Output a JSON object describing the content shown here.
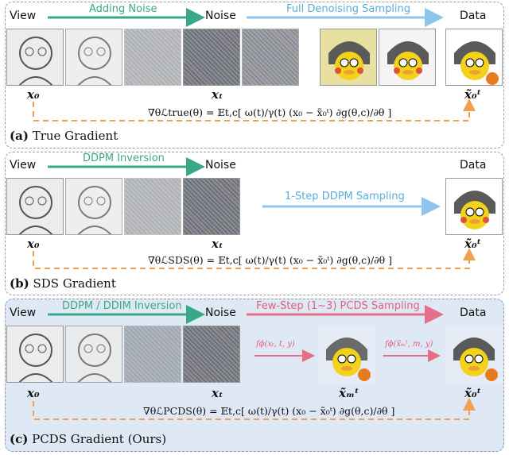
{
  "labels": {
    "view": "View",
    "noise": "Noise",
    "data": "Data"
  },
  "panel_a": {
    "arrow1": "Adding Noise",
    "arrow2": "Full Denoising Sampling",
    "var_x0": "x₀",
    "var_xt": "xₜ",
    "var_out": "x̃₀ᵗ",
    "equation": "∇θℒtrue(θ) = 𝔼t,c[ ω(t)/γ(t) (x₀ − x̃₀ᵗ) ∂g(θ,c)/∂θ ]",
    "caption_tag": "(a)",
    "caption": "True Gradient"
  },
  "panel_b": {
    "arrow1": "DDPM Inversion",
    "arrow2": "1-Step DDPM Sampling",
    "var_x0": "x₀",
    "var_xt": "xₜ",
    "var_out": "x̃₀ᵗ",
    "equation": "∇θℒSDS(θ) = 𝔼t,c[ ω(t)/γ(t) (x₀ − x̃₀ᵗ) ∂g(θ,c)/∂θ ]",
    "caption_tag": "(b)",
    "caption": "SDS Gradient"
  },
  "panel_c": {
    "arrow1": "DDPM / DDIM Inversion",
    "arrow2": "Few-Step (1~3) PCDS Sampling",
    "f1": "fϕ(xₜ, t, y)",
    "f2": "fϕ(x̃ₘᵗ, m, y)",
    "var_x0": "x₀",
    "var_xt": "xₜ",
    "var_mid": "x̃ₘᵗ",
    "var_out": "x̃₀ᵗ",
    "equation": "∇θℒPCDS(θ) = 𝔼t,c[ ω(t)/γ(t) (x₀ − x̃₀ᵗ) ∂g(θ,c)/∂θ ]",
    "caption_tag": "(c)",
    "caption": "PCDS Gradient (Ours)"
  },
  "colors": {
    "green": "#3aa888",
    "blue": "#8ec5ea",
    "pink": "#e56f88",
    "orange": "#f0a050",
    "panel_c_bg": "#dfe8f5"
  }
}
